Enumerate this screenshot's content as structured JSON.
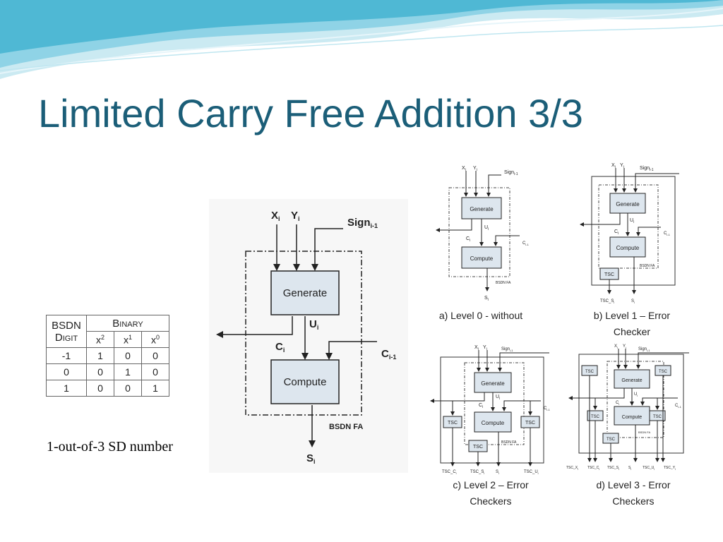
{
  "slide": {
    "title": "Limited Carry Free Addition 3/3"
  },
  "table": {
    "headers": {
      "digit_line1": "BSDN",
      "digit_line2": "Digit",
      "binary": "Binary",
      "x2": "x",
      "x2_sup": "2",
      "x1": "x",
      "x1_sup": "1",
      "x0": "x",
      "x0_sup": "0"
    },
    "rows": [
      {
        "digit": "-1",
        "x2": "1",
        "x1": "0",
        "x0": "0"
      },
      {
        "digit": "0",
        "x2": "0",
        "x1": "1",
        "x0": "0"
      },
      {
        "digit": "1",
        "x2": "0",
        "x1": "0",
        "x0": "1"
      }
    ]
  },
  "caption": "1-out-of-3 SD number",
  "diagram": {
    "xi": "X",
    "yi": "Y",
    "sign": "Sign",
    "sign_sub": "i-1",
    "sub_i": "i",
    "generate": "Generate",
    "compute": "Compute",
    "ui": "U",
    "ci": "C",
    "ci1": "C",
    "ci1_sub": "i-1",
    "si": "S",
    "fa": "BSDN FA",
    "tsc": "TSC",
    "tsc_ci": "TSC_C",
    "tsc_si": "TSC_S",
    "tsc_ui": "TSC_U",
    "tsc_xi": "TSC_X",
    "tsc_yi": "TSC_Y"
  },
  "levels": {
    "a": "a) Level 0 - without",
    "b_line1": "b) Level 1 – Error",
    "b_line2": "Checker",
    "c_line1": "c) Level 2 – Error",
    "c_line2": "Checkers",
    "d_line1": "d) Level 3 - Error",
    "d_line2": "Checkers"
  },
  "colors": {
    "title": "#1b5e78",
    "box_fill": "#dde6ee",
    "wave_light": "#a8dcea",
    "wave_dark": "#4fb8d4"
  }
}
